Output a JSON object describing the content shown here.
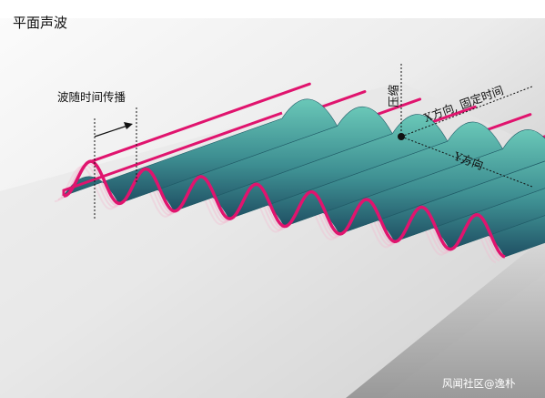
{
  "title": "平面声波",
  "labels": {
    "propagation": "波随时间传播",
    "compression": "压缩",
    "x_direction": "X方向, 固定时间",
    "y_direction": "Y方向"
  },
  "watermark": "风闻社区@逸朴",
  "wave": {
    "crest_count": 8,
    "colors": {
      "crest_line": "#e0146e",
      "face_light": "#5fc2b4",
      "face_dark": "#1f5a66",
      "ghost": "#f3b7cf"
    }
  },
  "colors": {
    "background_light": "#f4f4f4",
    "background_dark": "#9c9c9c",
    "axis": "#111111"
  }
}
